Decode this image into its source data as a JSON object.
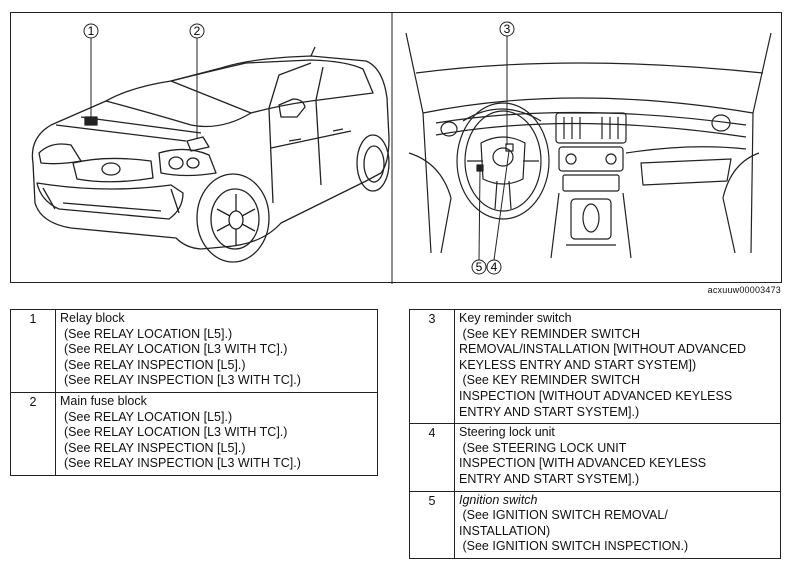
{
  "figure": {
    "code": "acxuuw00003473",
    "callouts": [
      "1",
      "2",
      "3",
      "4",
      "5"
    ]
  },
  "left_table": [
    {
      "num": "1",
      "title": "Relay block",
      "refs": [
        "(See RELAY LOCATION [L5].)",
        "(See RELAY LOCATION [L3 WITH TC].)",
        "(See RELAY INSPECTION [L5].)",
        "(See RELAY INSPECTION [L3 WITH TC].)"
      ]
    },
    {
      "num": "2",
      "title": "Main fuse block",
      "refs": [
        "(See RELAY LOCATION [L5].)",
        "(See RELAY LOCATION [L3 WITH TC].)",
        "(See RELAY INSPECTION [L5].)",
        "(See RELAY INSPECTION [L3 WITH TC].)"
      ]
    }
  ],
  "right_table": [
    {
      "num": "3",
      "title": "Key reminder switch",
      "lines": [
        " (See KEY REMINDER SWITCH",
        "REMOVAL/INSTALLATION [WITHOUT ADVANCED",
        "KEYLESS ENTRY AND START SYSTEM])",
        " (See KEY REMINDER SWITCH",
        "INSPECTION [WITHOUT ADVANCED KEYLESS",
        "ENTRY AND START SYSTEM].)"
      ]
    },
    {
      "num": "4",
      "title": "Steering lock unit",
      "lines": [
        " (See STEERING LOCK UNIT",
        "INSPECTION [WITH ADVANCED KEYLESS",
        "ENTRY AND START SYSTEM].)"
      ]
    },
    {
      "num": "5",
      "title": "Ignition switch",
      "lines": [
        " (See IGNITION SWITCH REMOVAL/",
        "INSTALLATION)",
        " (See IGNITION SWITCH INSPECTION.)"
      ]
    }
  ]
}
